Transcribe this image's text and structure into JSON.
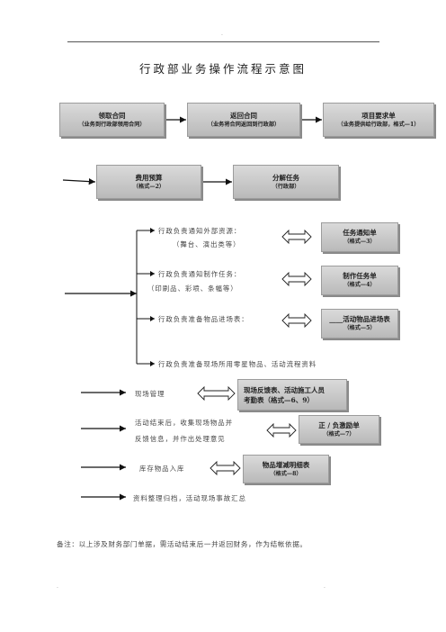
{
  "header_dot": "·",
  "title": "行政部业务操作流程示意图",
  "row1": [
    {
      "line1": "领取合同",
      "line2": "（业务到行政部领用合同）"
    },
    {
      "line1": "返回合同",
      "line2": "（业务将合同返回到行政部）"
    },
    {
      "line1": "项目要求单",
      "line2": "（业务提供给行政部，格式—1）"
    }
  ],
  "row2": [
    {
      "line1": "费用预算",
      "line2": "（格式—2）"
    },
    {
      "line1": "分解任务",
      "line2": "（行政部）"
    }
  ],
  "branches": [
    {
      "text1": "行政负责通知外部资源：",
      "text2": "（舞台、演出类等）",
      "box1": "任务通知单",
      "box2": "（格式—3）"
    },
    {
      "text1": "行政负责通知制作任务：",
      "text2": "（印刷品、彩喷、条幅等）",
      "box1": "制作任务单",
      "box2": "（格式—4）"
    },
    {
      "text1": "行政负责准备物品进场表：",
      "text2": "",
      "box1": "____活动物品进场表",
      "box2": "（格式—5）"
    },
    {
      "text1": "行政负责准备现场所用零星物品、活动流程资料",
      "text2": "",
      "box1": "",
      "box2": ""
    }
  ],
  "stages": [
    {
      "text1": "现场管理",
      "text2": "",
      "box1": "现场反馈表、活动施工人员",
      "box2": "考勤表（格式—6、9）"
    },
    {
      "text1": "活动结束后，收集现场物品并",
      "text2": "反馈信息，并作出处理意见",
      "box1": "正 / 负激励单",
      "box2": "（格式—7）"
    },
    {
      "text1": "库存物品入库",
      "text2": "",
      "box1": "物品增减明细表",
      "box2": "（格式—8）"
    },
    {
      "text1": "资料整理归档，活动现场事故汇总",
      "text2": "",
      "box1": "",
      "box2": ""
    }
  ],
  "note": "备注：以上涉及财务部门单据，需活动结束后一并返回财务，作为结帐依据。",
  "footer_dots": [
    "·",
    "·"
  ]
}
